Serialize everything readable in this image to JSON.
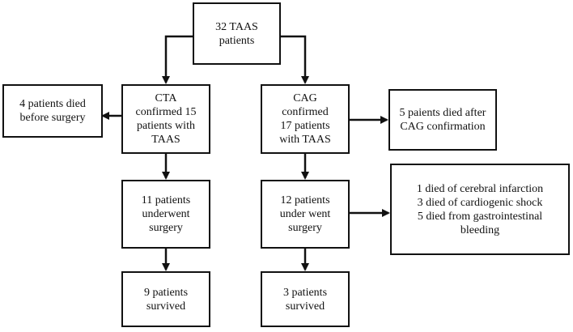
{
  "nodes": {
    "total": "32 TAAS\npatients",
    "cta_confirmed": "CTA\nconfirmed 15\npatients with\nTAAS",
    "cta_died": "4 patients died\nbefore surgery",
    "cta_surgery": "11 patients\nunderwent\nsurgery",
    "cta_survived": "9 patients\nsurvived",
    "cag_confirmed": "CAG\nconfirmed\n17 patients\nwith TAAS",
    "cag_died": "5 paients died after\nCAG confirmation",
    "cag_surgery": "12 patients\nunder went\nsurgery",
    "cag_deaths_detail": "1 died of cerebral infarction\n3 died of cardiogenic shock\n5 died from gastrointestinal\nbleeding",
    "cag_survived": "3 patients\nsurvived"
  }
}
